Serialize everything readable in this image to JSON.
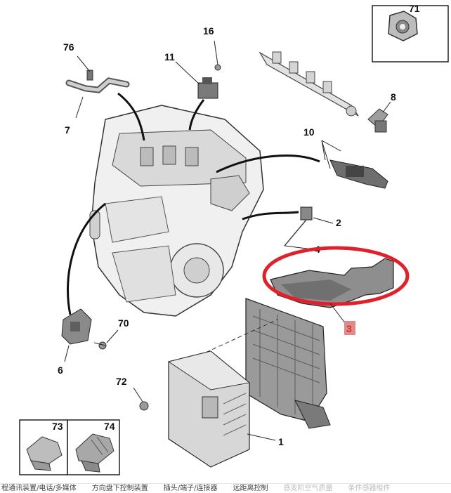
{
  "diagram": {
    "callouts": {
      "c1": "1",
      "c2": "2",
      "c3": "3",
      "c4": "4",
      "c6": "6",
      "c7": "7",
      "c8": "8",
      "c10": "10",
      "c11": "11",
      "c16": "16",
      "c70": "70",
      "c71": "71",
      "c72": "72",
      "c73": "73",
      "c74": "74",
      "c76": "76"
    },
    "highlight_color": "#e0202a",
    "badge_color": "#e08a8a"
  },
  "bottom_nav": {
    "items": [
      "程通讯装置/电话/多媒体",
      "方向盘下控制装置",
      "插头/端子/连接器",
      "远距离控制",
      "感变阶空气质量",
      "条件感器组件"
    ]
  }
}
